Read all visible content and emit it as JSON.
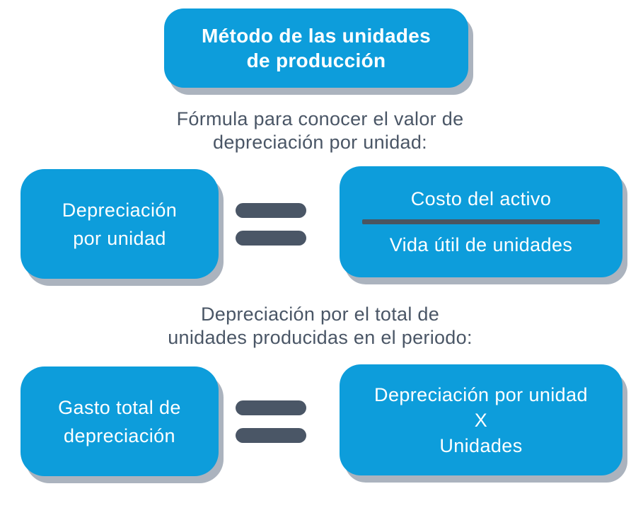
{
  "colors": {
    "box_blue": "#0d9ddb",
    "text_white": "#ffffff",
    "slate_dark": "#4a5666",
    "shadow_gray": "#abb3be",
    "fraction_line": "#4a5560",
    "background": "#ffffff"
  },
  "title_box": {
    "line1": "Método de las unidades",
    "line2": "de producción"
  },
  "formula1": {
    "subtitle": {
      "line1": "Fórmula para conocer el valor de",
      "line2": "depreciación por unidad:"
    },
    "left_box": {
      "line1": "Depreciación",
      "line2": "por unidad"
    },
    "operator": "equals",
    "right_box": {
      "numerator": "Costo del activo",
      "denominator": "Vida útil de unidades"
    }
  },
  "formula2": {
    "subtitle": {
      "line1": "Depreciación por el total de",
      "line2": "unidades producidas en el periodo:"
    },
    "left_box": {
      "line1": "Gasto total de",
      "line2": "depreciación"
    },
    "operator": "equals",
    "right_box": {
      "line1": "Depreciación por unidad",
      "line2": "X",
      "line3": "Unidades"
    }
  }
}
